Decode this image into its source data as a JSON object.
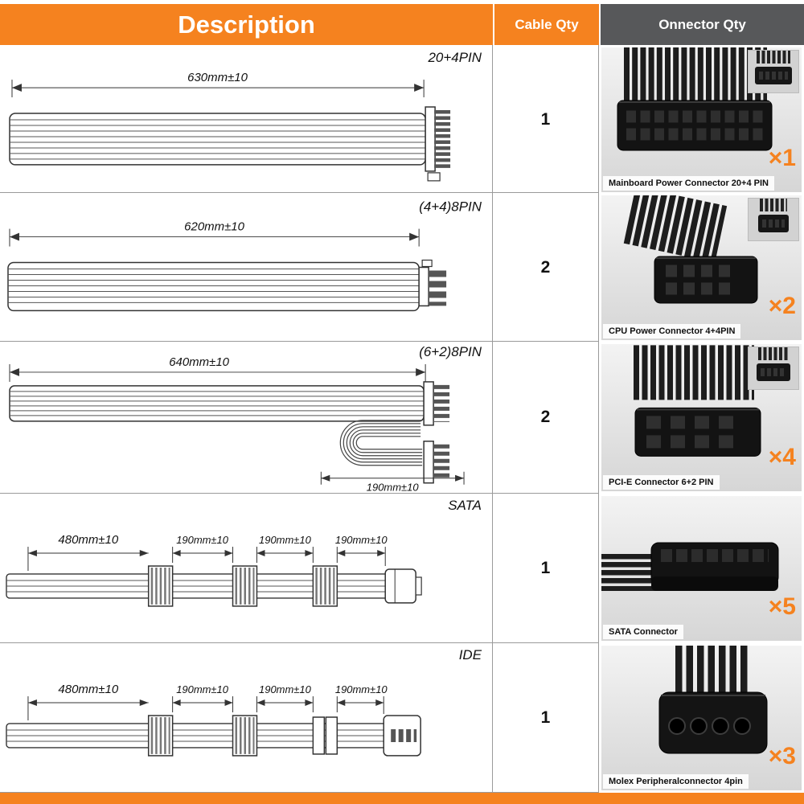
{
  "colors": {
    "accent_orange": "#F5821F",
    "header_gray": "#57585A"
  },
  "header": {
    "description": "Description",
    "cable_qty": "Cable Qty",
    "connector_qty": "Onnector Qty"
  },
  "rows": [
    {
      "pin_label": "20+4PIN",
      "dims": [
        "630mm±10"
      ],
      "qty": "1",
      "caption": "Mainboard Power Connector 20+4 PIN",
      "multiplier": "×1"
    },
    {
      "pin_label": "(4+4)8PIN",
      "dims": [
        "620mm±10"
      ],
      "qty": "2",
      "caption": "CPU Power Connector 4+4PIN",
      "multiplier": "×2"
    },
    {
      "pin_label": "(6+2)8PIN",
      "dims": [
        "640mm±10",
        "190mm±10"
      ],
      "qty": "2",
      "caption": "PCI-E Connector 6+2 PIN",
      "multiplier": "×4"
    },
    {
      "pin_label": "SATA",
      "dims": [
        "480mm±10",
        "190mm±10",
        "190mm±10",
        "190mm±10"
      ],
      "qty": "1",
      "caption": "SATA Connector",
      "multiplier": "×5"
    },
    {
      "pin_label": "IDE",
      "dims": [
        "480mm±10",
        "190mm±10",
        "190mm±10",
        "190mm±10"
      ],
      "qty": "1",
      "caption": "Molex Peripheralconnector 4pin",
      "multiplier": "×3"
    }
  ]
}
